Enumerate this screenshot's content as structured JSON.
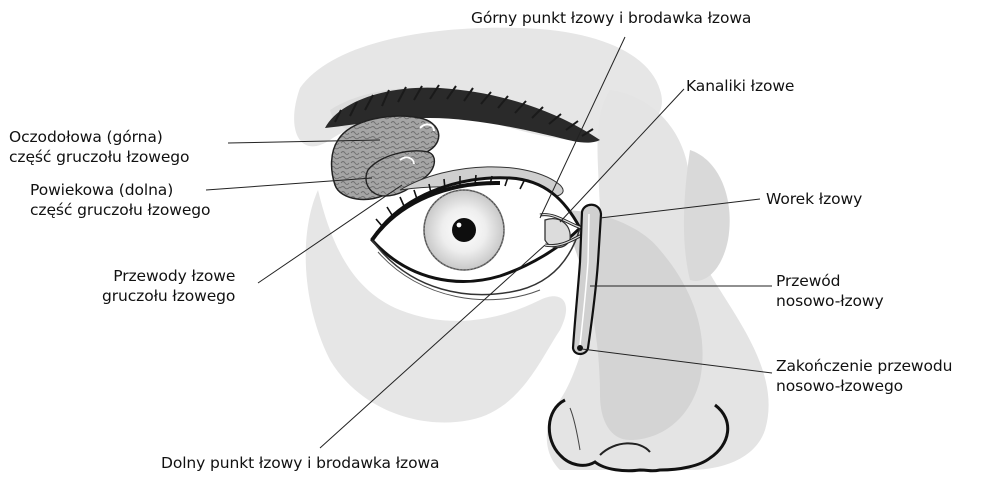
{
  "colors": {
    "background": "#ffffff",
    "face_shadow": "#e4e4e4",
    "face_shadow_dark": "#d2d2d2",
    "gland": "#9c9c9c",
    "outline": "#111111",
    "leader_line": "#222222",
    "duct": "#cfcfcf"
  },
  "labels": {
    "superior_punctum": "Górny punkt łzowy i brodawka łzowa",
    "canaliculi": "Kanaliki łzowe",
    "orbital_part_line1": "Oczodołowa (górna)",
    "orbital_part_line2": "część gruczołu łzowego",
    "palpebral_part_line1": "Powiekowa (dolna)",
    "palpebral_part_line2": "część gruczołu łzowego",
    "lacrimal_sac": "Worek łzowy",
    "excretory_ducts_line1": "Przewody łzowe",
    "excretory_ducts_line2": "gruczołu łzowego",
    "nasolacrimal_duct_line1": "Przewód",
    "nasolacrimal_duct_line2": "nosowo-łzowy",
    "duct_end_line1": "Zakończenie przewodu",
    "duct_end_line2": "nosowo-łzowego",
    "inferior_punctum": "Dolny punkt łzowy i brodawka łzowa"
  },
  "icons": {
    "eye": "eye-illustration",
    "gland": "lacrimal-gland-illustration",
    "nose": "nose-illustration"
  }
}
